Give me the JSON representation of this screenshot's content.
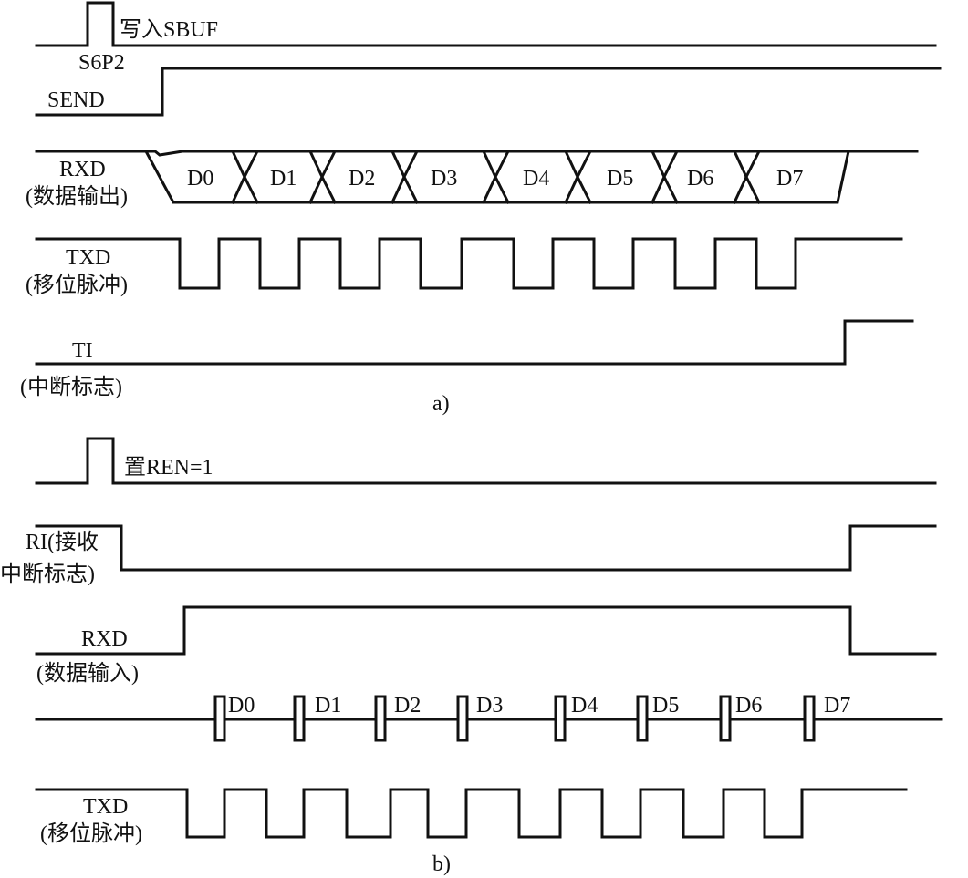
{
  "part_a": {
    "label": "a)",
    "signals": {
      "write_sbuf": {
        "annotation": "写入SBUF",
        "sub_label": "S6P2"
      },
      "send": {
        "label": "SEND"
      },
      "rxd": {
        "label": "RXD",
        "sub_label": "(数据输出)"
      },
      "txd": {
        "label": "TXD",
        "sub_label": "(移位脉冲)"
      },
      "ti": {
        "label": "TI",
        "sub_label": "(中断标志)"
      }
    },
    "data_bits": [
      "D0",
      "D1",
      "D2",
      "D3",
      "D4",
      "D5",
      "D6",
      "D7"
    ]
  },
  "part_b": {
    "label": "b)",
    "signals": {
      "set_ren": {
        "annotation": "置REN=1"
      },
      "ri": {
        "label": "RI(接收",
        "sub_label": "中断标志)"
      },
      "rxd": {
        "label": "RXD",
        "sub_label": "(数据输入)"
      },
      "txd": {
        "label": "TXD",
        "sub_label": "(移位脉冲)"
      }
    },
    "data_bits": [
      "D0",
      "D1",
      "D2",
      "D3",
      "D4",
      "D5",
      "D6",
      "D7"
    ]
  }
}
